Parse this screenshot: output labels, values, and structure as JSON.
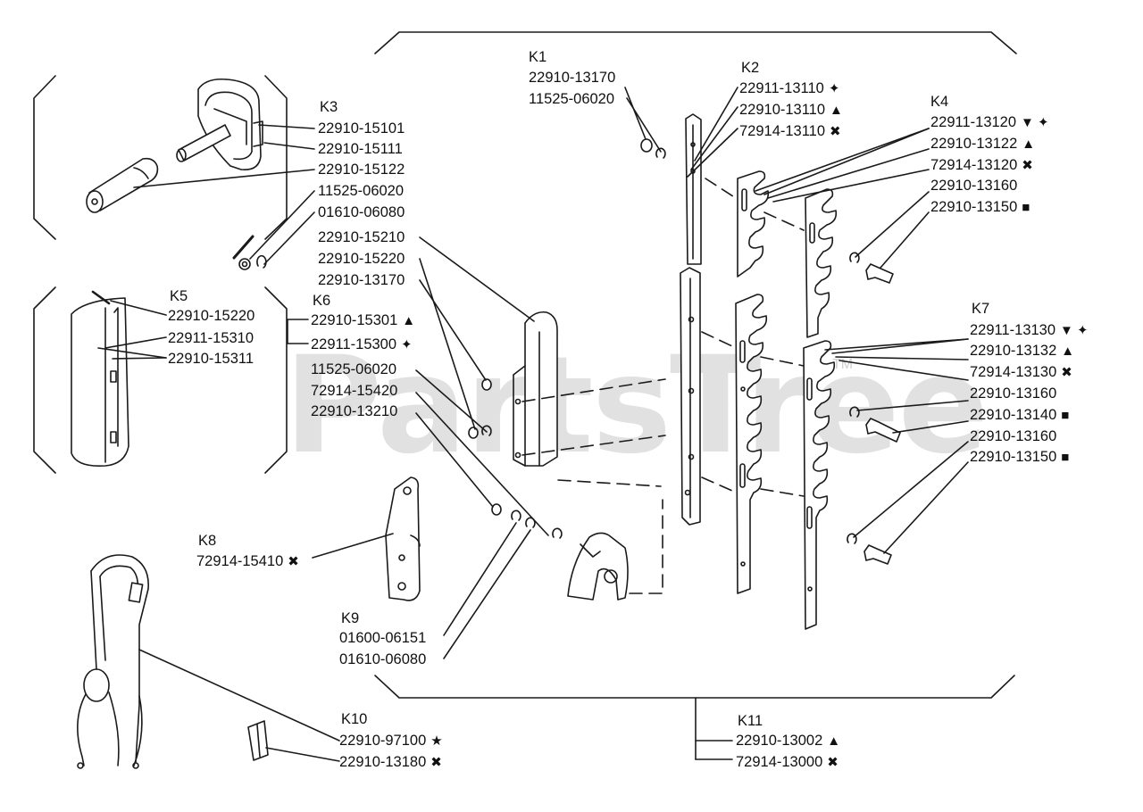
{
  "watermark": {
    "text": "PartsTree",
    "tm": "TM"
  },
  "symbols": {
    "triangle": "▲",
    "cross": "✖",
    "square": "■",
    "star": "★",
    "sparkle": "✦",
    "down": "▼"
  },
  "groups": {
    "k1": {
      "label": "K1",
      "parts": [
        {
          "pn": "22910-13170",
          "sym": ""
        },
        {
          "pn": "11525-06020",
          "sym": ""
        }
      ]
    },
    "k2": {
      "label": "K2",
      "parts": [
        {
          "pn": "22911-13110",
          "sym": "✦"
        },
        {
          "pn": "22910-13110",
          "sym": "▲"
        },
        {
          "pn": "72914-13110",
          "sym": "✖"
        }
      ]
    },
    "k3": {
      "label": "K3",
      "parts": [
        {
          "pn": "22910-15101",
          "sym": ""
        },
        {
          "pn": "22910-15111",
          "sym": ""
        },
        {
          "pn": "22910-15122",
          "sym": ""
        },
        {
          "pn": "11525-06020",
          "sym": ""
        },
        {
          "pn": "01610-06080",
          "sym": ""
        }
      ]
    },
    "k3b": {
      "label": "",
      "parts": [
        {
          "pn": "22910-15210",
          "sym": ""
        },
        {
          "pn": "22910-15220",
          "sym": ""
        },
        {
          "pn": "22910-13170",
          "sym": ""
        }
      ]
    },
    "k4": {
      "label": "K4",
      "parts": [
        {
          "pn": "22911-13120",
          "sym": "▼ ✦"
        },
        {
          "pn": "22910-13122",
          "sym": "▲"
        },
        {
          "pn": "72914-13120",
          "sym": "✖"
        },
        {
          "pn": "22910-13160",
          "sym": ""
        },
        {
          "pn": "22910-13150",
          "sym": "■"
        }
      ]
    },
    "k5": {
      "label": "K5",
      "parts": [
        {
          "pn": "22910-15220",
          "sym": ""
        },
        {
          "pn": "22911-15310",
          "sym": ""
        },
        {
          "pn": "22910-15311",
          "sym": ""
        }
      ]
    },
    "k6": {
      "label": "K6",
      "parts": [
        {
          "pn": "22910-15301",
          "sym": "▲"
        },
        {
          "pn": "22911-15300",
          "sym": "✦"
        },
        {
          "pn": "11525-06020",
          "sym": ""
        },
        {
          "pn": "72914-15420",
          "sym": ""
        },
        {
          "pn": "22910-13210",
          "sym": ""
        }
      ]
    },
    "k7": {
      "label": "K7",
      "parts": [
        {
          "pn": "22911-13130",
          "sym": "▼ ✦"
        },
        {
          "pn": "22910-13132",
          "sym": "▲"
        },
        {
          "pn": "72914-13130",
          "sym": "✖"
        },
        {
          "pn": "22910-13160",
          "sym": ""
        },
        {
          "pn": "22910-13140",
          "sym": "■"
        },
        {
          "pn": "22910-13160",
          "sym": ""
        },
        {
          "pn": "22910-13150",
          "sym": "■"
        }
      ]
    },
    "k8": {
      "label": "K8",
      "parts": [
        {
          "pn": "72914-15410",
          "sym": "✖"
        }
      ]
    },
    "k9": {
      "label": "K9",
      "parts": [
        {
          "pn": "01600-06151",
          "sym": ""
        },
        {
          "pn": "01610-06080",
          "sym": ""
        }
      ]
    },
    "k10": {
      "label": "K10",
      "parts": [
        {
          "pn": "22910-97100",
          "sym": "★"
        },
        {
          "pn": "22910-13180",
          "sym": "✖"
        }
      ]
    },
    "k11": {
      "label": "K11",
      "parts": [
        {
          "pn": "22910-13002",
          "sym": "▲"
        },
        {
          "pn": "72914-13000",
          "sym": "✖"
        }
      ]
    }
  }
}
